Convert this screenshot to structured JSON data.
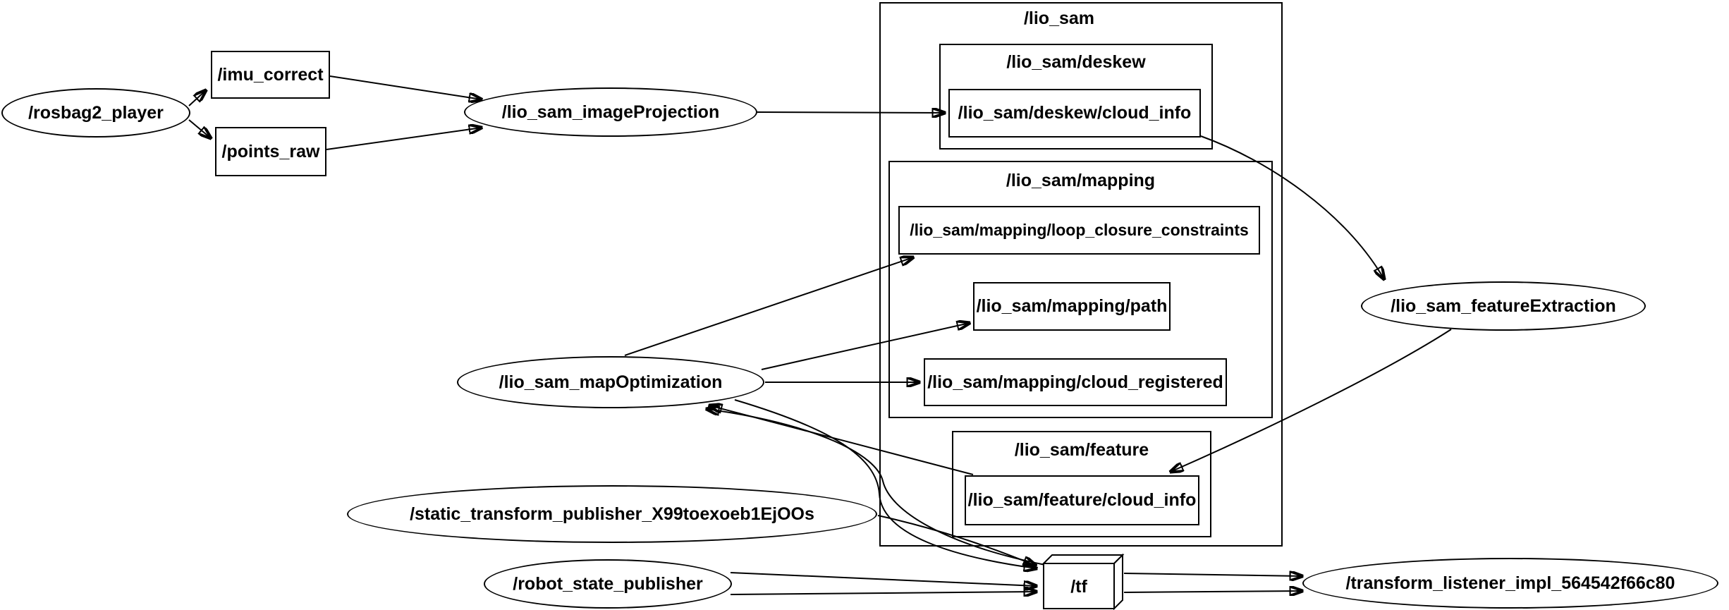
{
  "graph": {
    "background_color": "#ffffff",
    "stroke_color": "#000000"
  },
  "clusters": [
    {
      "label": "/lio_sam"
    },
    {
      "label": "/lio_sam/deskew"
    },
    {
      "label": "/lio_sam/mapping"
    },
    {
      "label": "/lio_sam/feature"
    }
  ],
  "nodes": [
    {
      "label": "/rosbag2_player"
    },
    {
      "label": "/lio_sam_imageProjection"
    },
    {
      "label": "/lio_sam_featureExtraction"
    },
    {
      "label": "/lio_sam_mapOptimization"
    },
    {
      "label": "/static_transform_publisher_X99toexoeb1EjOOs"
    },
    {
      "label": "/robot_state_publisher"
    },
    {
      "label": "/transform_listener_impl_564542f66c80"
    }
  ],
  "topics": [
    {
      "label": "/imu_correct"
    },
    {
      "label": "/points_raw"
    },
    {
      "label": "/lio_sam/deskew/cloud_info"
    },
    {
      "label": "/lio_sam/mapping/loop_closure_constraints"
    },
    {
      "label": "/lio_sam/mapping/path"
    },
    {
      "label": "/lio_sam/mapping/cloud_registered"
    },
    {
      "label": "/lio_sam/feature/cloud_info"
    },
    {
      "label": "/tf"
    }
  ],
  "edges": [
    {
      "from": "/rosbag2_player",
      "to": "/imu_correct"
    },
    {
      "from": "/rosbag2_player",
      "to": "/points_raw"
    },
    {
      "from": "/imu_correct",
      "to": "/lio_sam_imageProjection"
    },
    {
      "from": "/points_raw",
      "to": "/lio_sam_imageProjection"
    },
    {
      "from": "/lio_sam_imageProjection",
      "to": "/lio_sam/deskew/cloud_info"
    },
    {
      "from": "/lio_sam/deskew/cloud_info",
      "to": "/lio_sam_featureExtraction"
    },
    {
      "from": "/lio_sam_featureExtraction",
      "to": "/lio_sam/feature/cloud_info"
    },
    {
      "from": "/lio_sam/feature/cloud_info",
      "to": "/lio_sam_mapOptimization"
    },
    {
      "from": "/tf",
      "to": "/lio_sam_mapOptimization"
    },
    {
      "from": "/lio_sam_mapOptimization",
      "to": "/lio_sam/mapping/loop_closure_constraints"
    },
    {
      "from": "/lio_sam_mapOptimization",
      "to": "/lio_sam/mapping/path"
    },
    {
      "from": "/lio_sam_mapOptimization",
      "to": "/lio_sam/mapping/cloud_registered"
    },
    {
      "from": "/lio_sam_mapOptimization",
      "to": "/tf"
    },
    {
      "from": "/static_transform_publisher_X99toexoeb1EjOOs",
      "to": "/tf"
    },
    {
      "from": "/robot_state_publisher",
      "to": "/tf"
    },
    {
      "from": "/robot_state_publisher",
      "to": "/tf"
    },
    {
      "from": "/tf",
      "to": "/transform_listener_impl_564542f66c80"
    },
    {
      "from": "/tf",
      "to": "/transform_listener_impl_564542f66c80"
    }
  ]
}
